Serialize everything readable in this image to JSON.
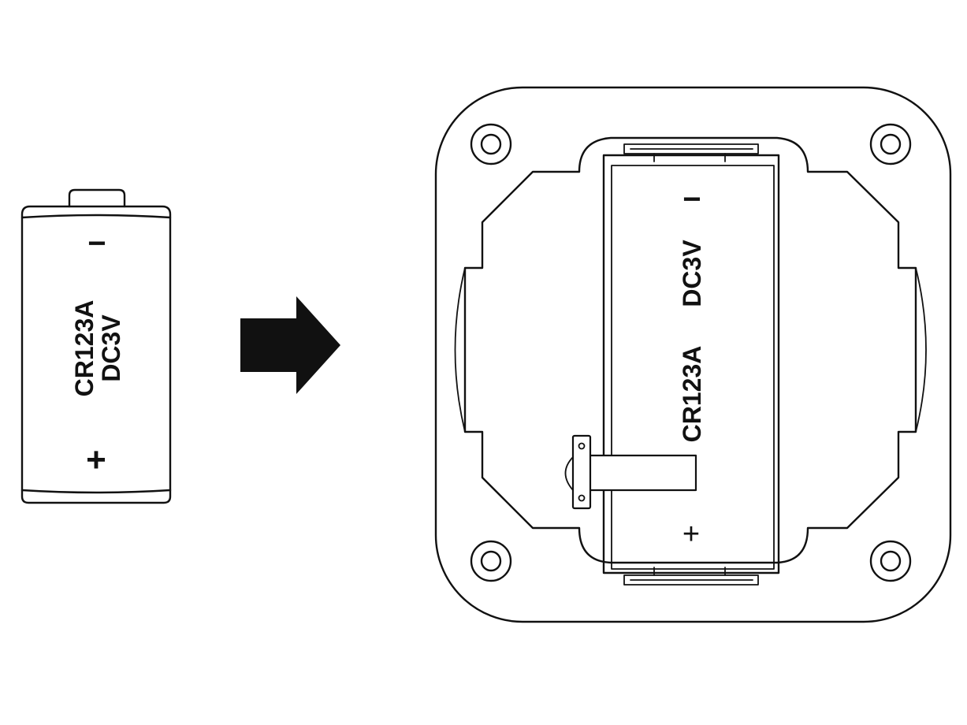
{
  "battery": {
    "model": "CR123A",
    "voltage": "DC3V",
    "negative": "−",
    "positive": "+"
  },
  "compartment": {
    "model": "CR123A",
    "voltage": "DC3V",
    "negative": "−",
    "positive": "+"
  },
  "colors": {
    "line": "#111111",
    "background": "#ffffff"
  },
  "icons": {
    "arrow": "arrow-right-icon"
  }
}
